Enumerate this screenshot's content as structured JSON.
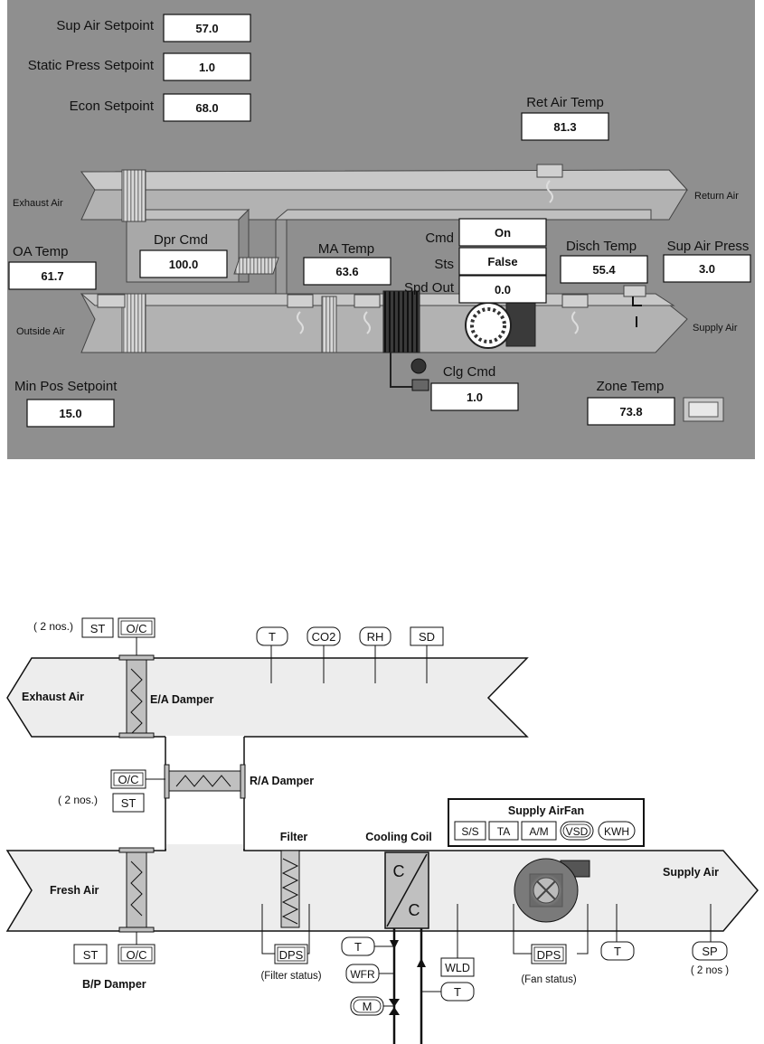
{
  "bas": {
    "sup_air_setpoint": {
      "label": "Sup Air Setpoint",
      "value": "57.0"
    },
    "static_press_setpoint": {
      "label": "Static Press Setpoint",
      "value": "1.0"
    },
    "econ_setpoint": {
      "label": "Econ Setpoint",
      "value": "68.0"
    },
    "ret_air_temp": {
      "label": "Ret Air Temp",
      "value": "81.3"
    },
    "oa_temp": {
      "label": "OA Temp",
      "value": "61.7"
    },
    "dpr_cmd": {
      "label": "Dpr Cmd",
      "value": "100.0"
    },
    "ma_temp": {
      "label": "MA Temp",
      "value": "63.6"
    },
    "cmd": {
      "label": "Cmd",
      "value": "On"
    },
    "sts": {
      "label": "Sts",
      "value": "False"
    },
    "spd_out": {
      "label": "Spd Out",
      "value": "0.0"
    },
    "disch_temp": {
      "label": "Disch Temp",
      "value": "55.4"
    },
    "sup_air_press": {
      "label": "Sup Air Press",
      "value": "3.0"
    },
    "min_pos_setpoint": {
      "label": "Min Pos Setpoint",
      "value": "15.0"
    },
    "clg_cmd": {
      "label": "Clg Cmd",
      "value": "1.0"
    },
    "zone_temp": {
      "label": "Zone Temp",
      "value": "73.8"
    },
    "exhaust_air": "Exhaust Air",
    "return_air": "Return Air",
    "outside_air": "Outside Air",
    "supply_air": "Supply Air"
  },
  "schematic": {
    "top_qty": "( 2 nos.)",
    "top_st": "ST",
    "top_oc": "O/C",
    "sensors_top": [
      "T",
      "CO2",
      "RH",
      "SD"
    ],
    "exhaust_air": "Exhaust Air",
    "ea_damper": "E/A Damper",
    "mid_oc": "O/C",
    "mid_qty": "( 2 nos.)",
    "mid_st": "ST",
    "ra_damper": "R/A Damper",
    "filter": "Filter",
    "cooling_coil": "Cooling Coil",
    "coil_c1": "C",
    "coil_c2": "C",
    "fan_title": "Supply AirFan",
    "fan_items": [
      "S/S",
      "TA",
      "A/M",
      "VSD",
      "KWH"
    ],
    "fresh_air": "Fresh Air",
    "supply_air": "Supply Air",
    "bp_st": "ST",
    "bp_oc": "O/C",
    "bp_damper": "B/P Damper",
    "dps_filter": "DPS",
    "filter_status": "(Filter status)",
    "coil_t1": "T",
    "wfr": "WFR",
    "m": "M",
    "coil_t2": "T",
    "wld": "WLD",
    "dps_fan": "DPS",
    "fan_status": "(Fan status)",
    "t_supply": "T",
    "sp": "SP",
    "sp_qty": "( 2 nos )"
  }
}
